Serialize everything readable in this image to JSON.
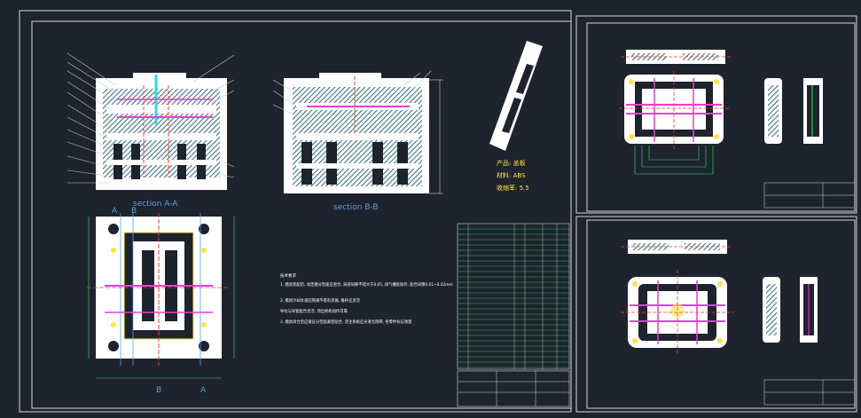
{
  "section_aa": "section A-A",
  "section_bb": "section B-B",
  "product_name": "产品: 盖板",
  "product_material": "材料: ABS",
  "product_shrink": "收缩率: 5.5",
  "cut_a_top": "A",
  "cut_b_top": "B",
  "cut_b_bottom": "B",
  "cut_a_bottom": "A",
  "notes_title": "技术要求",
  "notes": [
    "1. 模具装配后, 动定模分型面应密合, 局部间隙不得大于0.05, 排气槽处除外, 配合间隙0.01~0.02mm",
    "2. 模具冷却水道应畅通不得有渗漏, 推杆应灵活",
    "   导柱与导套配合灵活, 顶出机构动作可靠",
    "3. 模具闭合后应保证分型面紧密贴合, 浇注系统应光滑无阻碍, 各零件标记清楚"
  ],
  "colors": {
    "background": "#1e232d",
    "frame": "#ffffff",
    "part": "#ffffff",
    "hatch": "#2f6b78",
    "cyan": "#39d5e6",
    "magenta": "#e63fd0",
    "green": "#2fe66a",
    "yellow": "#ffe34a",
    "red": "#ff3b3b",
    "blue": "#5f9ee6"
  }
}
